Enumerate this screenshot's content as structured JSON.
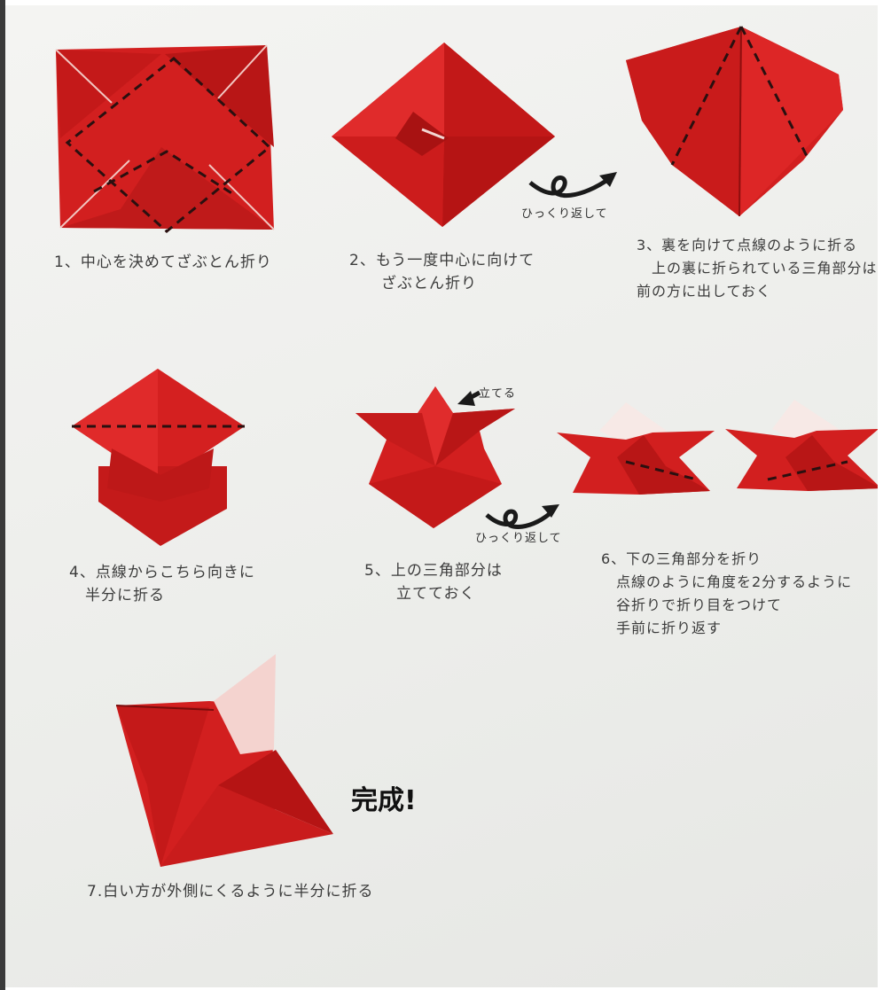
{
  "colors": {
    "paper_red": "#d21f1f",
    "paper_dark": "#a51313",
    "paper_white": "#f7e9e6",
    "fold_line": "#2a1010",
    "background": "#eeeeec"
  },
  "steps": [
    {
      "caption": "1、中心を決めてざぶとん折り"
    },
    {
      "caption": "2、もう一度中心に向けて\n　　ざぶとん折り"
    },
    {
      "caption": "3、裏を向けて点線のように折る\n　上の裏に折られている三角部分は\n前の方に出しておく"
    },
    {
      "caption": "4、点線からこちら向きに\n　半分に折る"
    },
    {
      "caption": "5、上の三角部分は\n　　立てておく"
    },
    {
      "caption": "6、下の三角部分を折り\n　点線のように角度を2分するように\n　谷折りで折り目をつけて\n　手前に折り返す"
    },
    {
      "caption": "7.白い方が外側にくるように半分に折る"
    }
  ],
  "annotations": {
    "flip_1": "ひっくり返して",
    "flip_2": "ひっくり返して",
    "stand_up": "立てる",
    "complete": "完成!"
  }
}
